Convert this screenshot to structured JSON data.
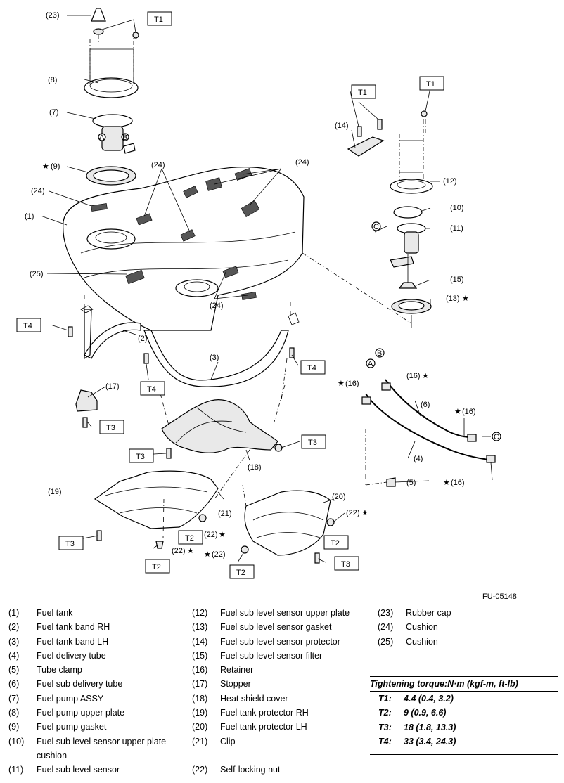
{
  "figure_code": "FU-05148",
  "callouts": [
    "(1)",
    "(2)",
    "(3)",
    "(4)",
    "(5)",
    "(6)",
    "(7)",
    "(8)",
    "(9)",
    "(10)",
    "(11)",
    "(12)",
    "(13)",
    "(14)",
    "(15)",
    "(16)",
    "(17)",
    "(18)",
    "(19)",
    "(20)",
    "(21)",
    "(22)",
    "(23)",
    "(24)",
    "(25)"
  ],
  "torque_keys": [
    "T1",
    "T2",
    "T3",
    "T4"
  ],
  "connector_marks": [
    "A",
    "B",
    "C"
  ],
  "star": "★",
  "legend": [
    {
      "num": "(1)",
      "name": "Fuel tank"
    },
    {
      "num": "(2)",
      "name": "Fuel tank band RH"
    },
    {
      "num": "(3)",
      "name": "Fuel tank band LH"
    },
    {
      "num": "(4)",
      "name": "Fuel delivery tube"
    },
    {
      "num": "(5)",
      "name": "Tube clamp"
    },
    {
      "num": "(6)",
      "name": "Fuel sub delivery tube"
    },
    {
      "num": "(7)",
      "name": "Fuel pump ASSY"
    },
    {
      "num": "(8)",
      "name": "Fuel pump upper plate"
    },
    {
      "num": "(9)",
      "name": "Fuel pump gasket"
    },
    {
      "num": "(10)",
      "name": "Fuel sub level sensor upper plate cushion"
    },
    {
      "num": "(11)",
      "name": "Fuel sub level sensor"
    },
    {
      "num": "(12)",
      "name": "Fuel sub level sensor upper plate"
    },
    {
      "num": "(13)",
      "name": "Fuel sub level sensor gasket"
    },
    {
      "num": "(14)",
      "name": "Fuel sub level sensor protector"
    },
    {
      "num": "(15)",
      "name": "Fuel sub level sensor filter"
    },
    {
      "num": "(16)",
      "name": "Retainer"
    },
    {
      "num": "(17)",
      "name": "Stopper"
    },
    {
      "num": "(18)",
      "name": "Heat shield cover"
    },
    {
      "num": "(19)",
      "name": "Fuel tank protector RH"
    },
    {
      "num": "(20)",
      "name": "Fuel tank protector LH"
    },
    {
      "num": "(21)",
      "name": "Clip"
    },
    {
      "num": "(22)",
      "name": "Self-locking nut"
    },
    {
      "num": "(23)",
      "name": "Rubber cap"
    },
    {
      "num": "(24)",
      "name": "Cushion"
    },
    {
      "num": "(25)",
      "name": "Cushion"
    }
  ],
  "torque": {
    "title": "Tightening torque:N·m (kgf-m, ft-lb)",
    "rows": [
      {
        "key": "T1:",
        "value": "4.4 (0.4, 3.2)"
      },
      {
        "key": "T2:",
        "value": "9 (0.9, 6.6)"
      },
      {
        "key": "T3:",
        "value": "18 (1.8, 13.3)"
      },
      {
        "key": "T4:",
        "value": "33 (3.4, 24.3)"
      }
    ]
  }
}
